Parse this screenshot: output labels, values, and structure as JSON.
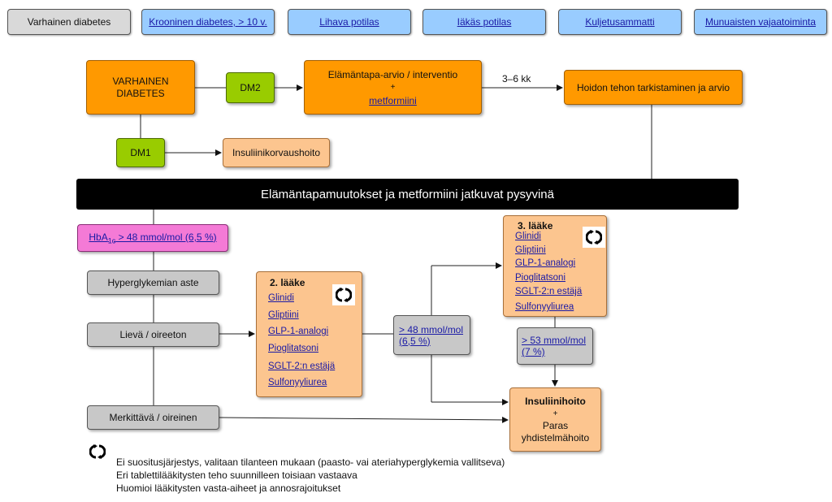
{
  "tabs": [
    {
      "label": "Varhainen diabetes",
      "active": true
    },
    {
      "label": "Krooninen diabetes, > 10 v.",
      "active": false
    },
    {
      "label": "Lihava potilas",
      "active": false
    },
    {
      "label": "Iäkäs potilas",
      "active": false
    },
    {
      "label": "Kuljetusammatti",
      "active": false
    },
    {
      "label": "Munuaisten vajaatoiminta",
      "active": false
    }
  ],
  "flow": {
    "early": "VARHAINEN DIABETES",
    "dm2": "DM2",
    "dm1": "DM1",
    "lifestyle_title": "Elämäntapa-arvio / interventio",
    "lifestyle_plus": "+",
    "metformin": "metformiini",
    "interval": "3–6 kk",
    "evaluation": "Hoidon tehon tarkistaminen ja arvio",
    "insulin_replacement": "Insuliinikorvaushoito",
    "banner": "Elämäntapamuutokset ja metformiini jatkuvat pysyvinä",
    "hba1c_prefix": "HbA",
    "hba1c_sub": "1c",
    "hba1c_value": " > 48 mmol/mol (6,5 %)",
    "hyper_degree": "Hyperglykemian aste",
    "mild": "Lievä / oireeton",
    "significant": "Merkittävä / oireinen",
    "threshold_48_line1": "> 48 mmol/mol",
    "threshold_48_line2": "(6,5 %)",
    "threshold_53_line1": "> 53 mmol/mol",
    "threshold_53_line2": "(7 %)",
    "insulin_title": "Insuliinihoito",
    "insulin_plus": "+",
    "insulin_line1": "Paras",
    "insulin_line2": "yhdistelmähoito"
  },
  "second_drug": {
    "title": "2. lääke",
    "items": [
      "Glinidi",
      "Gliptiini",
      "GLP-1-analogi",
      "Pioglitatsoni",
      "SGLT-2:n estäjä",
      "Sulfonyyliurea"
    ]
  },
  "third_drug": {
    "title": "3. lääke",
    "items": [
      "Glinidi",
      "Gliptiini ",
      "GLP-1-analogi",
      "Pioglitatsoni",
      "SGLT-2:n estäjä",
      "Sulfonyyliurea"
    ]
  },
  "legend": {
    "symbol_icon": "cycle-arrows-icon",
    "lines": [
      "Ei suositusjärjestys, valitaan tilanteen mukaan (paasto- vai ateriahyperglykemia vallitseva)",
      "Eri tablettilääkitysten teho suunnilleen toisiaan vastaava",
      "Huomioi lääkitysten vasta-aiheet ja annosrajoitukset"
    ]
  },
  "colors": {
    "orange": "#ff9900",
    "peach": "#fcc58f",
    "green": "#99cc00",
    "grey": "#c8c8c8",
    "pink": "#f47ad6",
    "tab_link": "#99ccff",
    "banner": "#000000"
  }
}
